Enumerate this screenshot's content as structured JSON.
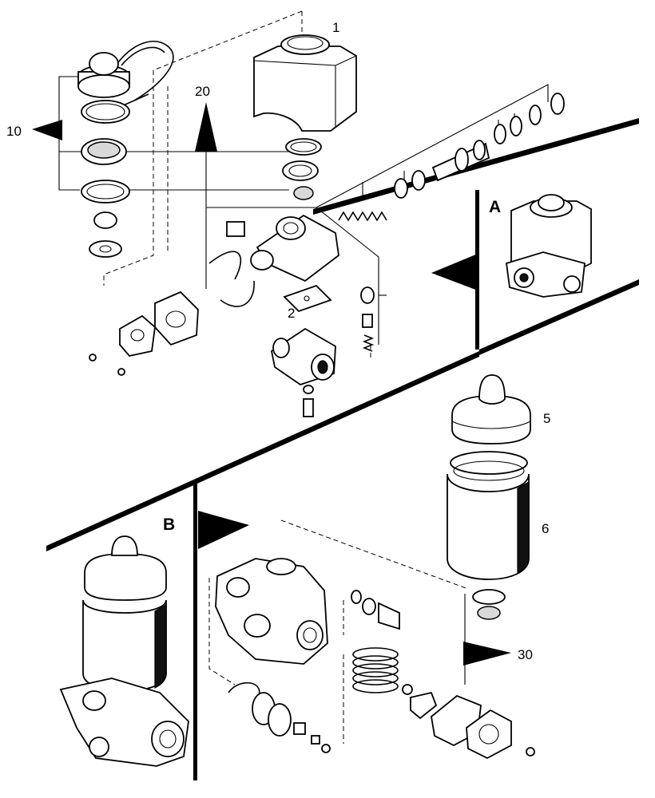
{
  "callouts": {
    "c1": "1",
    "c2": "2",
    "c5": "5",
    "c6": "6",
    "c10": "10",
    "c20": "20",
    "c30": "30"
  },
  "views": {
    "a": "A",
    "b": "B"
  }
}
